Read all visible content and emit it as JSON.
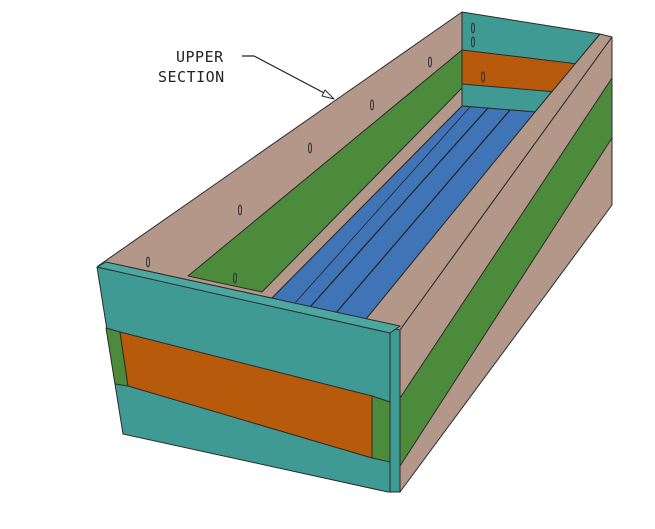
{
  "callout": {
    "line1": "UPPER",
    "line2": "SECTION"
  },
  "colors": {
    "end_board_teal": "#3f9a93",
    "band_orange": "#b85a0c",
    "band_green": "#4d8b3c",
    "side_board_tan": "#b39789",
    "floor_blue": "#3f74b6",
    "outline": "#2b2b2b"
  },
  "parts": [
    "upper-section-box",
    "end-panels",
    "side-panels",
    "floor-boards"
  ]
}
